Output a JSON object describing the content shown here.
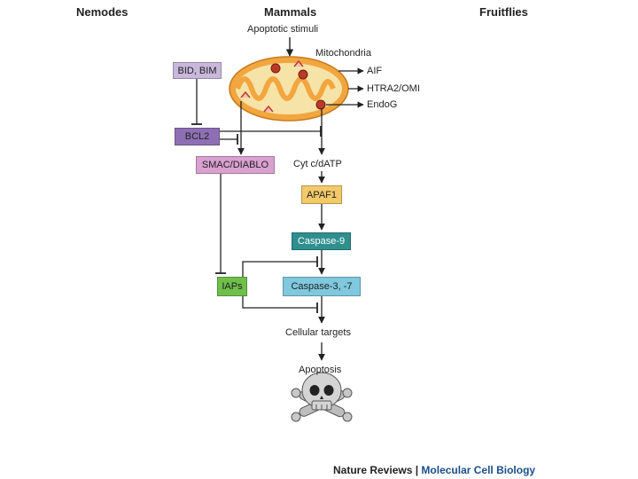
{
  "headers": {
    "nemodes": "Nemodes",
    "mammals": "Mammals",
    "fruitflies": "Fruitflies"
  },
  "labels": {
    "apoptotic_stimuli": "Apoptotic stimuli",
    "mitochondria": "Mitochondria",
    "aif": "AIF",
    "htra2": "HTRA2/OMI",
    "endog": "EndoG",
    "cyt_c": "Cyt c/dATP",
    "cellular_targets": "Cellular targets",
    "apoptosis": "Apoptosis"
  },
  "boxes": {
    "bid_bim": "BID, BIM",
    "bcl2": "BCL2",
    "smac": "SMAC/DIABLO",
    "apaf1": "APAF1",
    "caspase9": "Caspase-9",
    "iaps": "IAPs",
    "caspase37": "Caspase-3, -7"
  },
  "colors": {
    "bid_bim": "#c9b8dc",
    "bcl2": "#8e6fb4",
    "smac": "#d9a0d0",
    "apaf1": "#f3c96a",
    "caspase9": "#2f8f8f",
    "iaps": "#6fbf4a",
    "caspase37": "#7fc8de"
  },
  "footer": {
    "part1": "Nature Reviews | ",
    "part2": "Molecular Cell Biology"
  }
}
